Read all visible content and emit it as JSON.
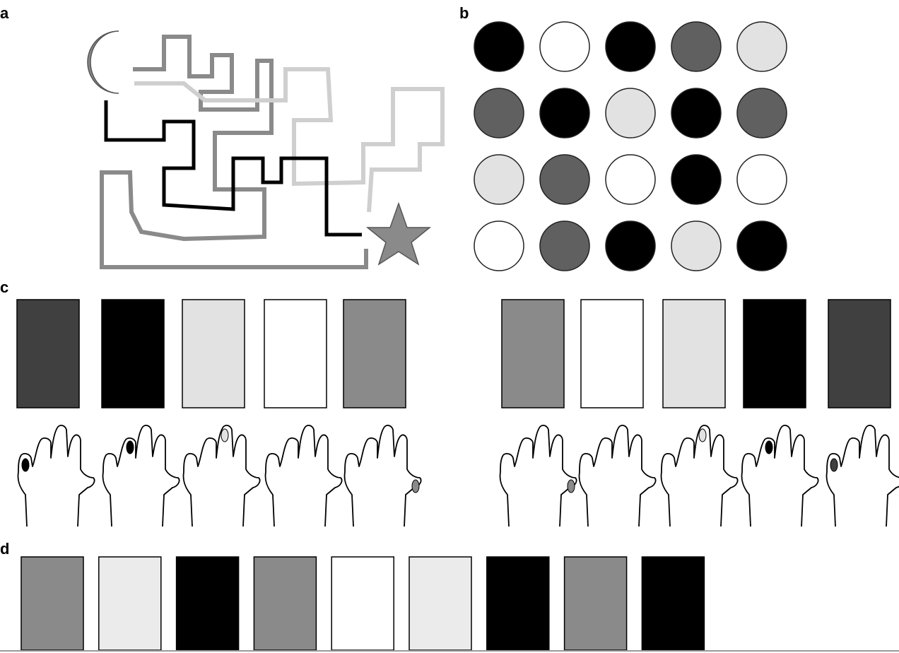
{
  "panels": {
    "a": {
      "label": "a"
    },
    "b": {
      "label": "b"
    },
    "c": {
      "label": "c"
    },
    "d": {
      "label": "d"
    }
  },
  "colors": {
    "black": "#000000",
    "dark": "#404040",
    "mid": "#606060",
    "gray": "#8a8a8a",
    "light": "#e2e2e2",
    "lighter": "#ebebeb",
    "white": "#ffffff"
  },
  "panel_b": {
    "grid": [
      [
        "black",
        "white",
        "black",
        "mid",
        "light"
      ],
      [
        "mid",
        "black",
        "light",
        "black",
        "mid"
      ],
      [
        "light",
        "mid",
        "white",
        "black",
        "white"
      ],
      [
        "white",
        "mid",
        "black",
        "light",
        "black"
      ]
    ]
  },
  "panel_c": {
    "left_rects": [
      "dark",
      "black",
      "light",
      "white",
      "gray"
    ],
    "left_hands": [
      {
        "finger": 0,
        "color": "black"
      },
      {
        "finger": 1,
        "color": "black"
      },
      {
        "finger": 2,
        "color": "light"
      },
      {
        "finger": null,
        "color": "white"
      },
      {
        "finger": 4,
        "color": "gray"
      }
    ],
    "right_rects": [
      "gray",
      "white",
      "light",
      "black",
      "dark"
    ],
    "right_hands": [
      {
        "finger": 4,
        "color": "gray"
      },
      {
        "finger": null,
        "color": "white"
      },
      {
        "finger": 2,
        "color": "light"
      },
      {
        "finger": 1,
        "color": "black"
      },
      {
        "finger": 0,
        "color": "dark"
      }
    ]
  },
  "panel_d": {
    "rects": [
      "gray",
      "lighter",
      "black",
      "gray",
      "white",
      "lighter",
      "black",
      "gray",
      "black"
    ]
  }
}
